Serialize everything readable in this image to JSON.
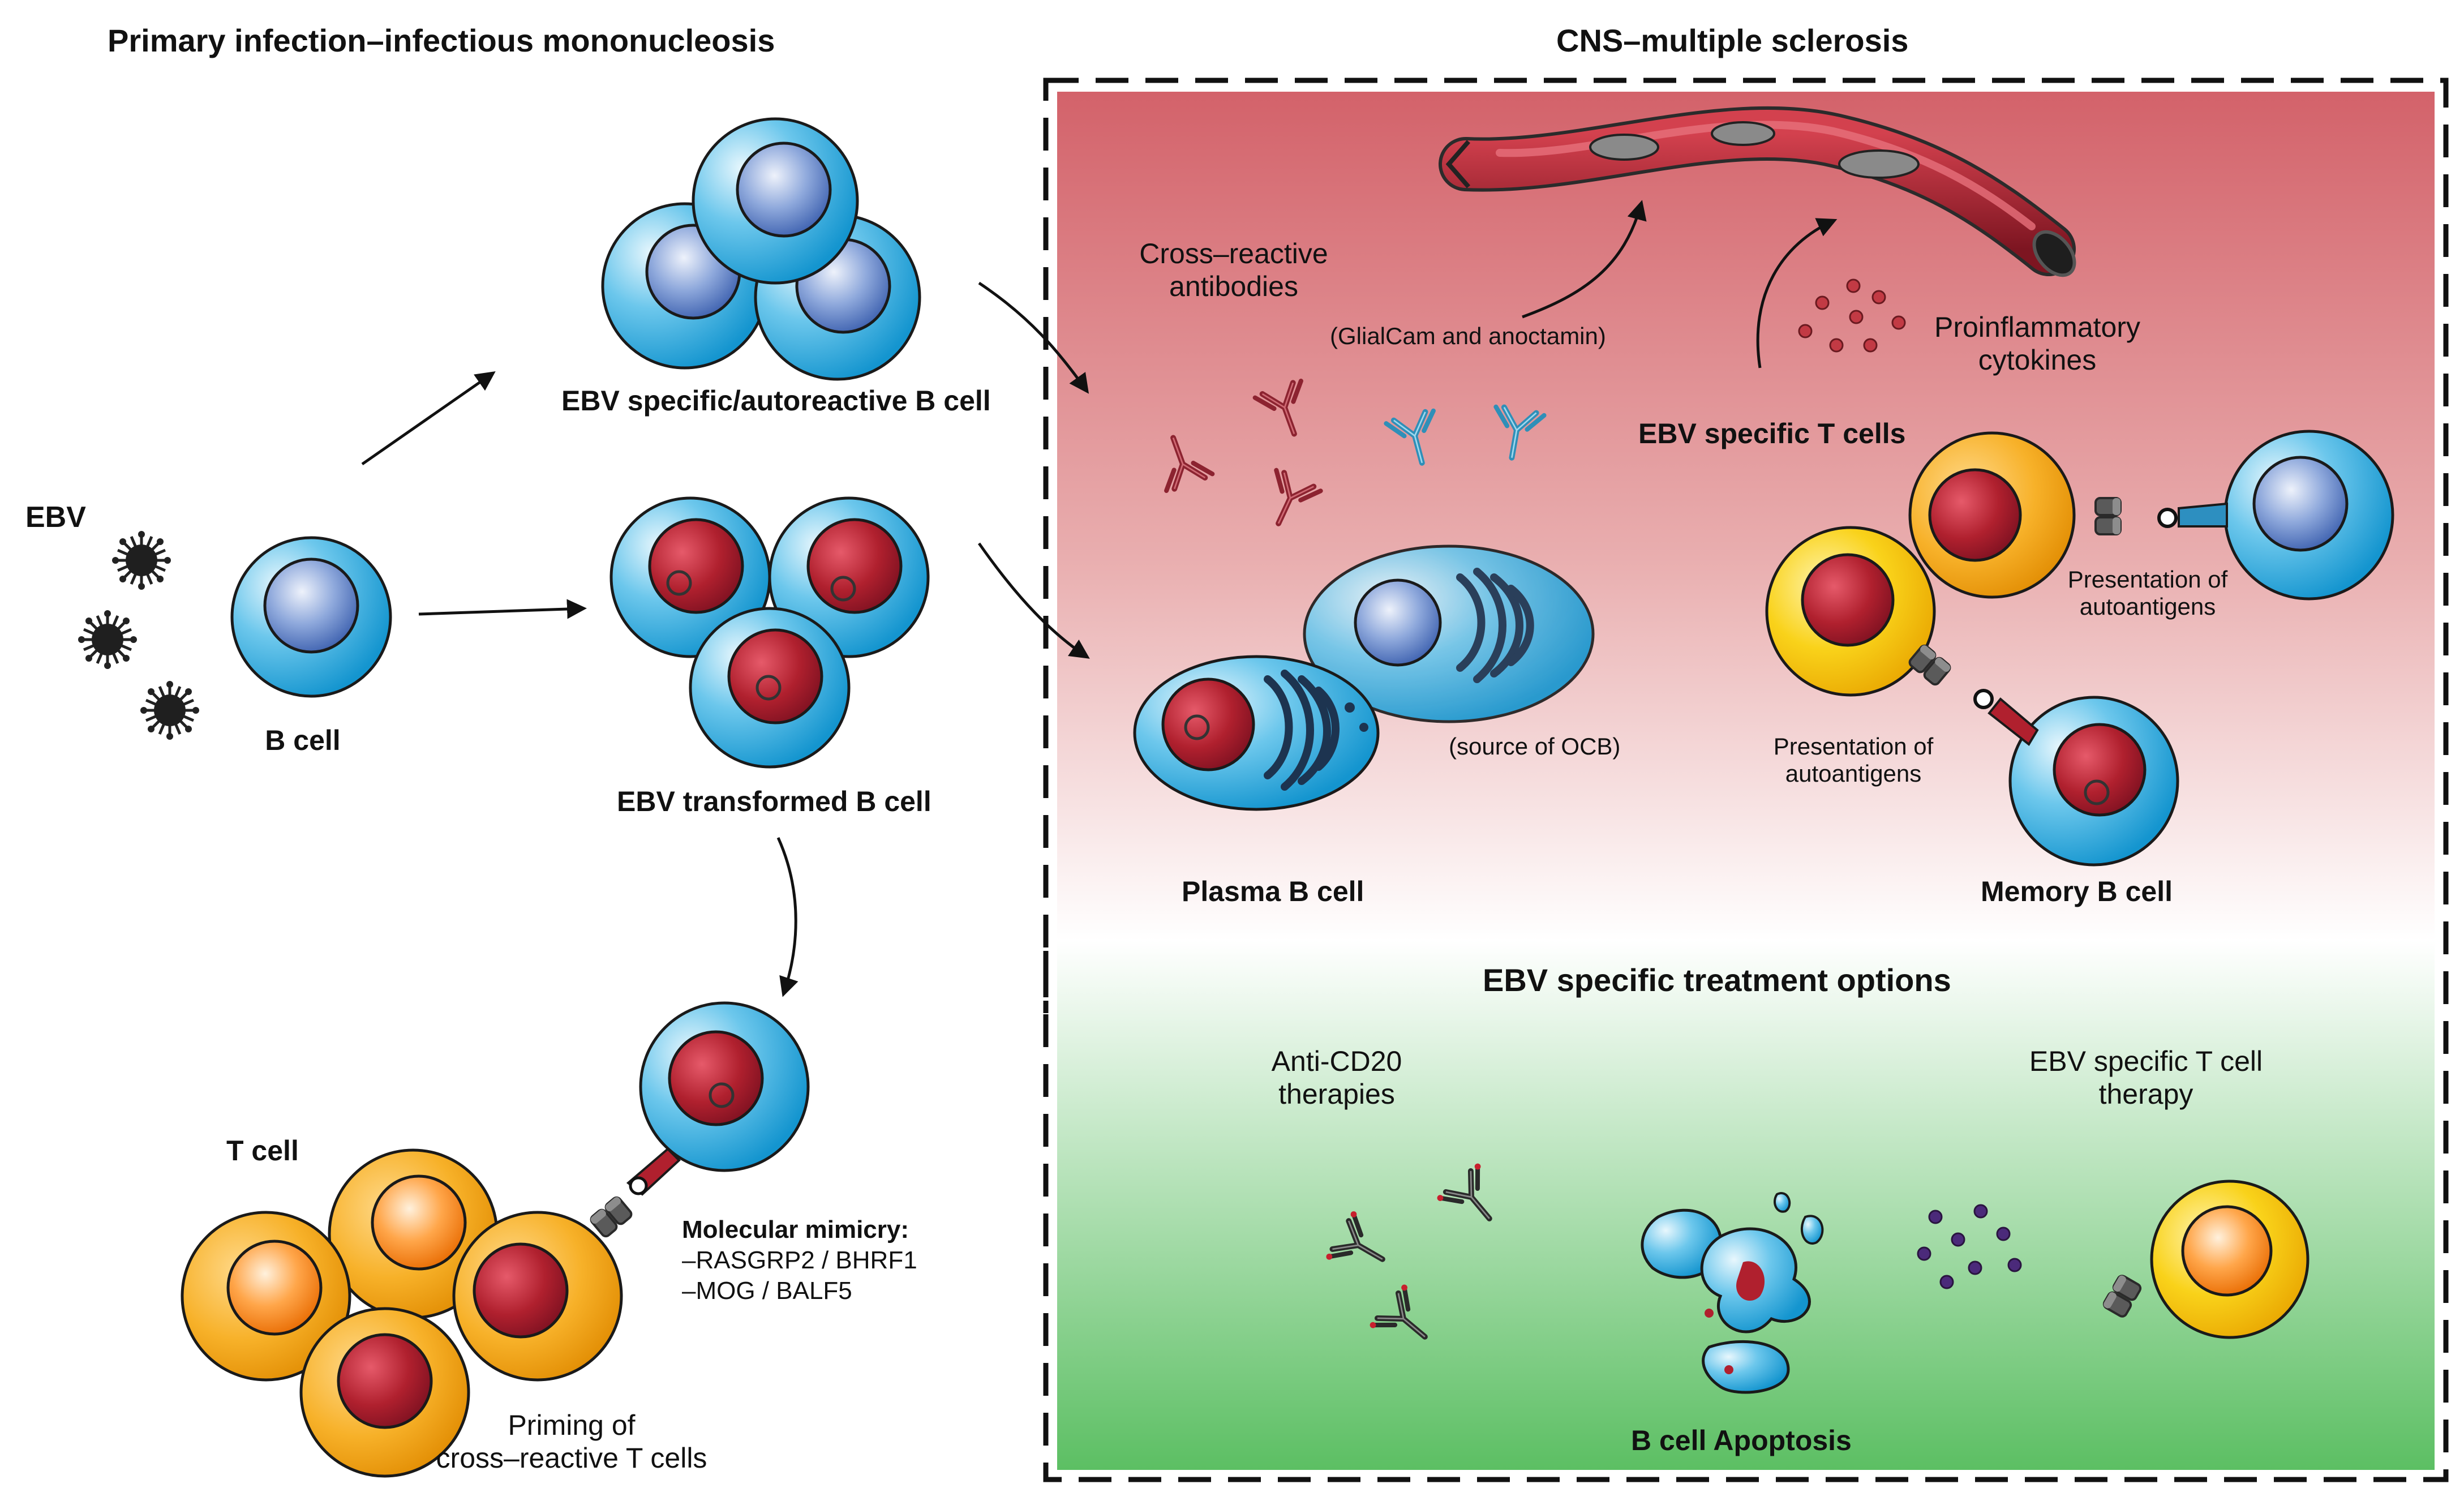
{
  "left_panel": {
    "title": "Primary infection–infectious mononucleosis",
    "ebv_label": "EBV",
    "b_cell_label": "B cell",
    "autoreactive_label": "EBV specific/autoreactive B cell",
    "transformed_label": "EBV transformed B cell",
    "t_cell_label": "T cell",
    "mimicry_title": "Molecular mimicry:",
    "mimicry_items": [
      "–RASGRP2 / BHRF1",
      "–MOG / BALF5"
    ],
    "priming_lines": [
      "Priming of",
      "cross–reactive T cells"
    ]
  },
  "cns_panel": {
    "title": "CNS–multiple sclerosis",
    "cross_reactive_lines": [
      "Cross–reactive",
      "antibodies"
    ],
    "targets_label": "(GlialCam and anoctamin)",
    "cytokines_lines": [
      "Proinflammatory",
      "cytokines"
    ],
    "ebv_t_cells_label": "EBV specific T cells",
    "presentation_top_lines": [
      "Presentation of",
      "autoantigens"
    ],
    "presentation_bottom_lines": [
      "Presentation of",
      "autoantigens"
    ],
    "ocb_label": "(source of OCB)",
    "plasma_label": "Plasma B cell",
    "memory_label": "Memory B cell"
  },
  "treatment_panel": {
    "title": "EBV specific treatment options",
    "anti_cd20_lines": [
      "Anti-CD20",
      "therapies"
    ],
    "t_cell_therapy_lines": [
      "EBV specific T cell",
      "therapy"
    ],
    "apoptosis_label": "B cell Apoptosis"
  },
  "colors": {
    "cns_top": "#d4646b",
    "treatment_bottom": "#5cbf63",
    "b_cell_blue": "#2ba8dc",
    "nucleus_red": "#b0202e",
    "t_cell_yellow": "#f2b800",
    "t_cell_orange": "#f29a00",
    "antibody_red": "#9b2b36",
    "antibody_blue": "#3aa0c8"
  }
}
